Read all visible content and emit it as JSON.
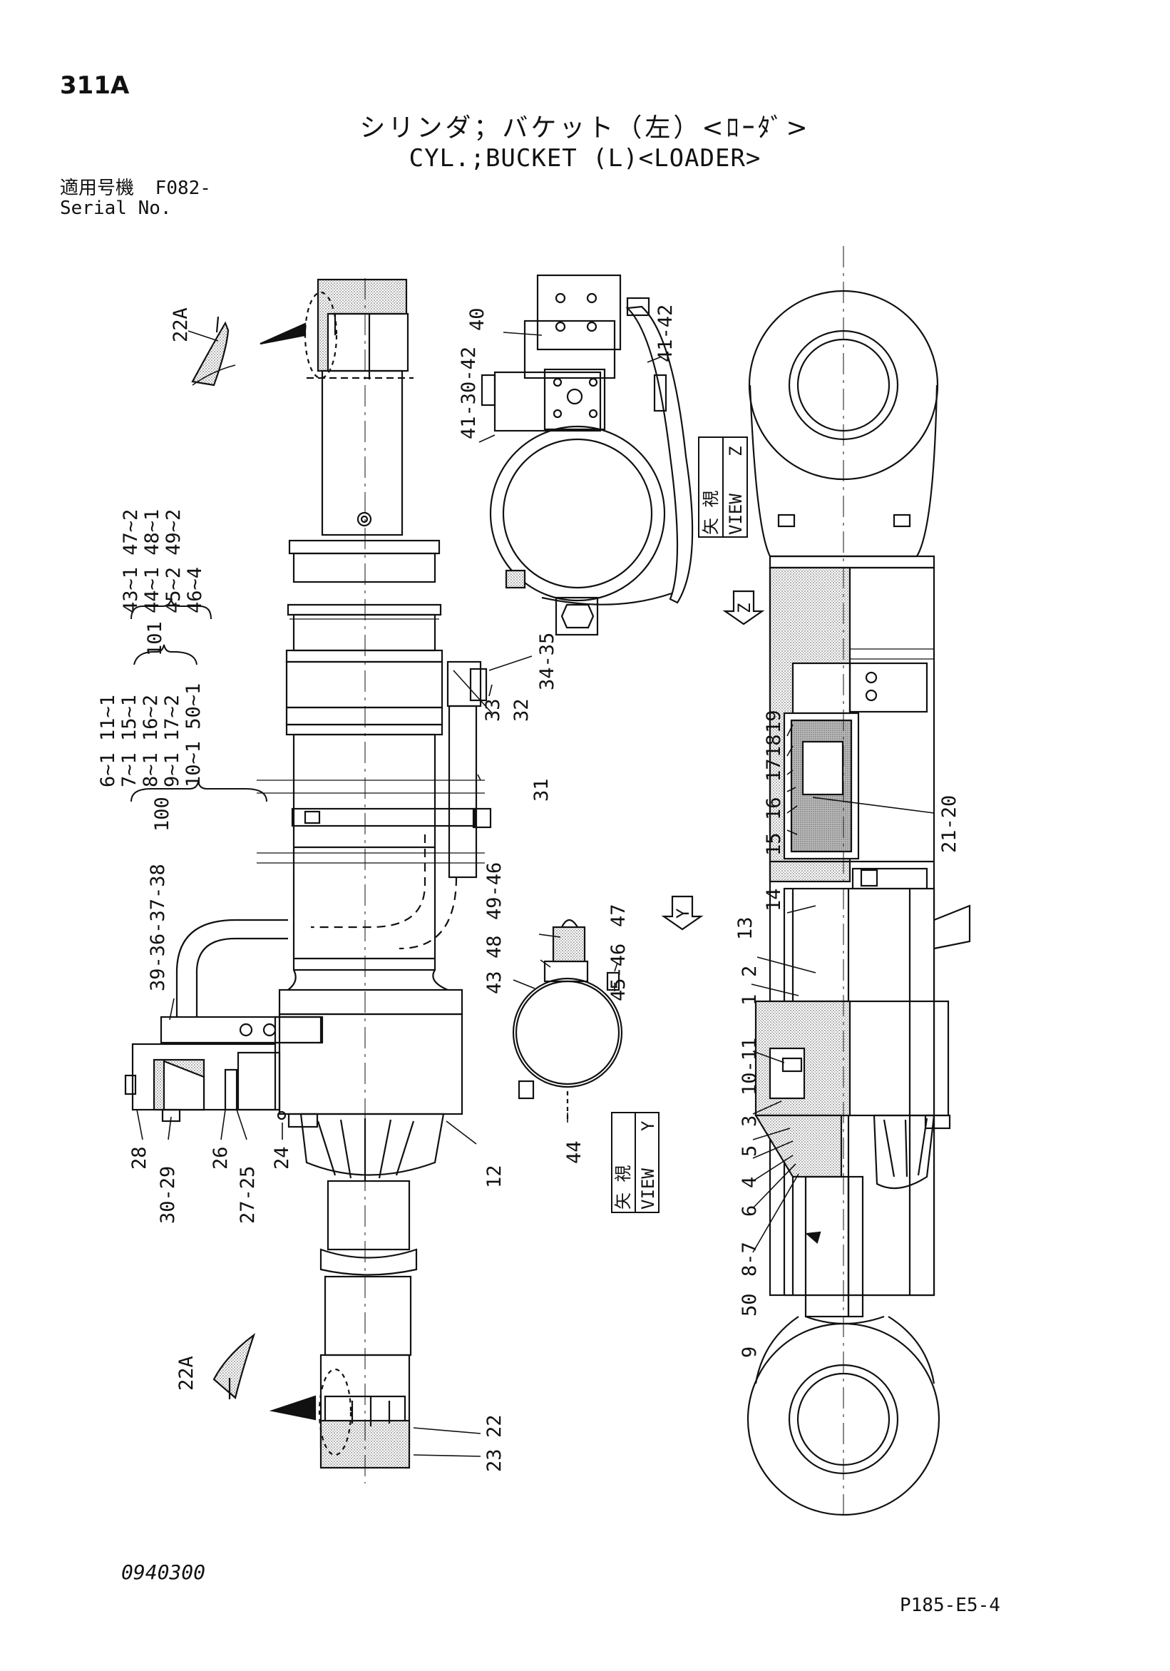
{
  "header": {
    "code": "311A",
    "title_jp": "シリンダ；バケット（左）<ﾛｰﾀﾞ>",
    "title_en": "CYL.;BUCKET (L)<LOADER>",
    "serial_label_jp": "適用号機",
    "serial_value": "F082-",
    "serial_label_en": "Serial No."
  },
  "footer": {
    "doc_number": "0940300",
    "page_ref": "P185-E5-4"
  },
  "views": {
    "view_z_jp": "矢 視",
    "view_z_en": "VIEW",
    "view_z_letter": "Z",
    "view_y_jp": "矢 視",
    "view_y_en": "VIEW",
    "view_y_letter": "Y",
    "arrow_z": "Z",
    "arrow_y": "Y"
  },
  "callouts": {
    "c22a_top": "22A",
    "c22a_bottom": "22A",
    "c40": "40",
    "c41_30_42": "41-30-42",
    "c41_42": "41-42",
    "c34_35": "34-35",
    "c32": "32",
    "c33": "33",
    "c31": "31",
    "c39_36_37_38": "39-36-37-38",
    "c28": "28",
    "c30_29": "30-29",
    "c26": "26",
    "c27_25": "27-25",
    "c24": "24",
    "c12": "12",
    "c22": "22",
    "c23": "23",
    "c49_46": "49-46",
    "c48": "48",
    "c43": "43",
    "c47": "47",
    "c45_46": "45-46",
    "c44": "44",
    "c19": "19",
    "c18": "18",
    "c17": "17",
    "c16": "16",
    "c15": "15",
    "c14": "14",
    "c13": "13",
    "c21_20": "21-20",
    "c2": "2",
    "c1": "1",
    "c10_11": "10-11",
    "c3": "3",
    "c5": "5",
    "c4": "4",
    "c6": "6",
    "c8_7": "8-7",
    "c50": "50",
    "c9": "9"
  },
  "kits": {
    "k101": {
      "id": "101",
      "rows": [
        "43~1  47~2",
        "44~1  48~1",
        "45~2  49~2",
        "46~4"
      ]
    },
    "k100": {
      "id": "100",
      "rows": [
        "6~1  11~1",
        "7~1  15~1",
        "8~1  16~2",
        "9~1  17~2",
        "10~1  50~1"
      ]
    }
  }
}
